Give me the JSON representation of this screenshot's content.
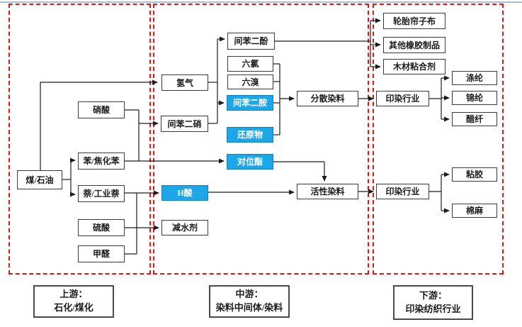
{
  "colors": {
    "highlight_blue": "#1ba7e8",
    "section_dash_red": "#e81414",
    "box_border": "#3a3a3a",
    "line_black": "#1c1c1c"
  },
  "nodes": {
    "coal_oil": {
      "label": "煤/石油"
    },
    "nitric_acid": {
      "label": "硝酸"
    },
    "benzene_coked": {
      "label": "苯/焦化苯"
    },
    "naphthalene": {
      "label": "萘/工业萘"
    },
    "sulfuric_acid": {
      "label": "硫酸"
    },
    "formaldehyde": {
      "label": "甲醛"
    },
    "hydrogen": {
      "label": "氢气"
    },
    "m_dinitro": {
      "label": "间苯二硝"
    },
    "resorcinol": {
      "label": "间苯二酚"
    },
    "hexachloro": {
      "label": "六氯"
    },
    "hexabromo": {
      "label": "六溴"
    },
    "m_phenylenediamine": {
      "label": "间苯二胺"
    },
    "reduced_product": {
      "label": "还原物"
    },
    "para_ester": {
      "label": "对位酯"
    },
    "h_acid": {
      "label": "H酸"
    },
    "water_reducer": {
      "label": "减水剂"
    },
    "disperse_dyes": {
      "label": "分散染料"
    },
    "reactive_dyes": {
      "label": "活性染料"
    },
    "tire_cord_fabric": {
      "label": "轮胎帘子布"
    },
    "other_rubber_products": {
      "label": "其他橡胶制品"
    },
    "wood_adhesive": {
      "label": "木材粘合剂"
    },
    "dyeing_industry_top": {
      "label": "印染行业"
    },
    "polyester": {
      "label": "涤纶"
    },
    "nylon": {
      "label": "锦纶"
    },
    "acetate_fiber": {
      "label": "醋纤"
    },
    "dyeing_industry_bottom": {
      "label": "印染行业"
    },
    "viscose": {
      "label": "粘胶"
    },
    "cotton_linen": {
      "label": "棉麻"
    }
  },
  "stages": {
    "upstream": {
      "line1": "上游：",
      "line2": "石化/煤化"
    },
    "midstream": {
      "line1": "中游：",
      "line2": "染料中间体/染料"
    },
    "downstream": {
      "line1": "下游：",
      "line2": "印染纺织行业"
    }
  }
}
